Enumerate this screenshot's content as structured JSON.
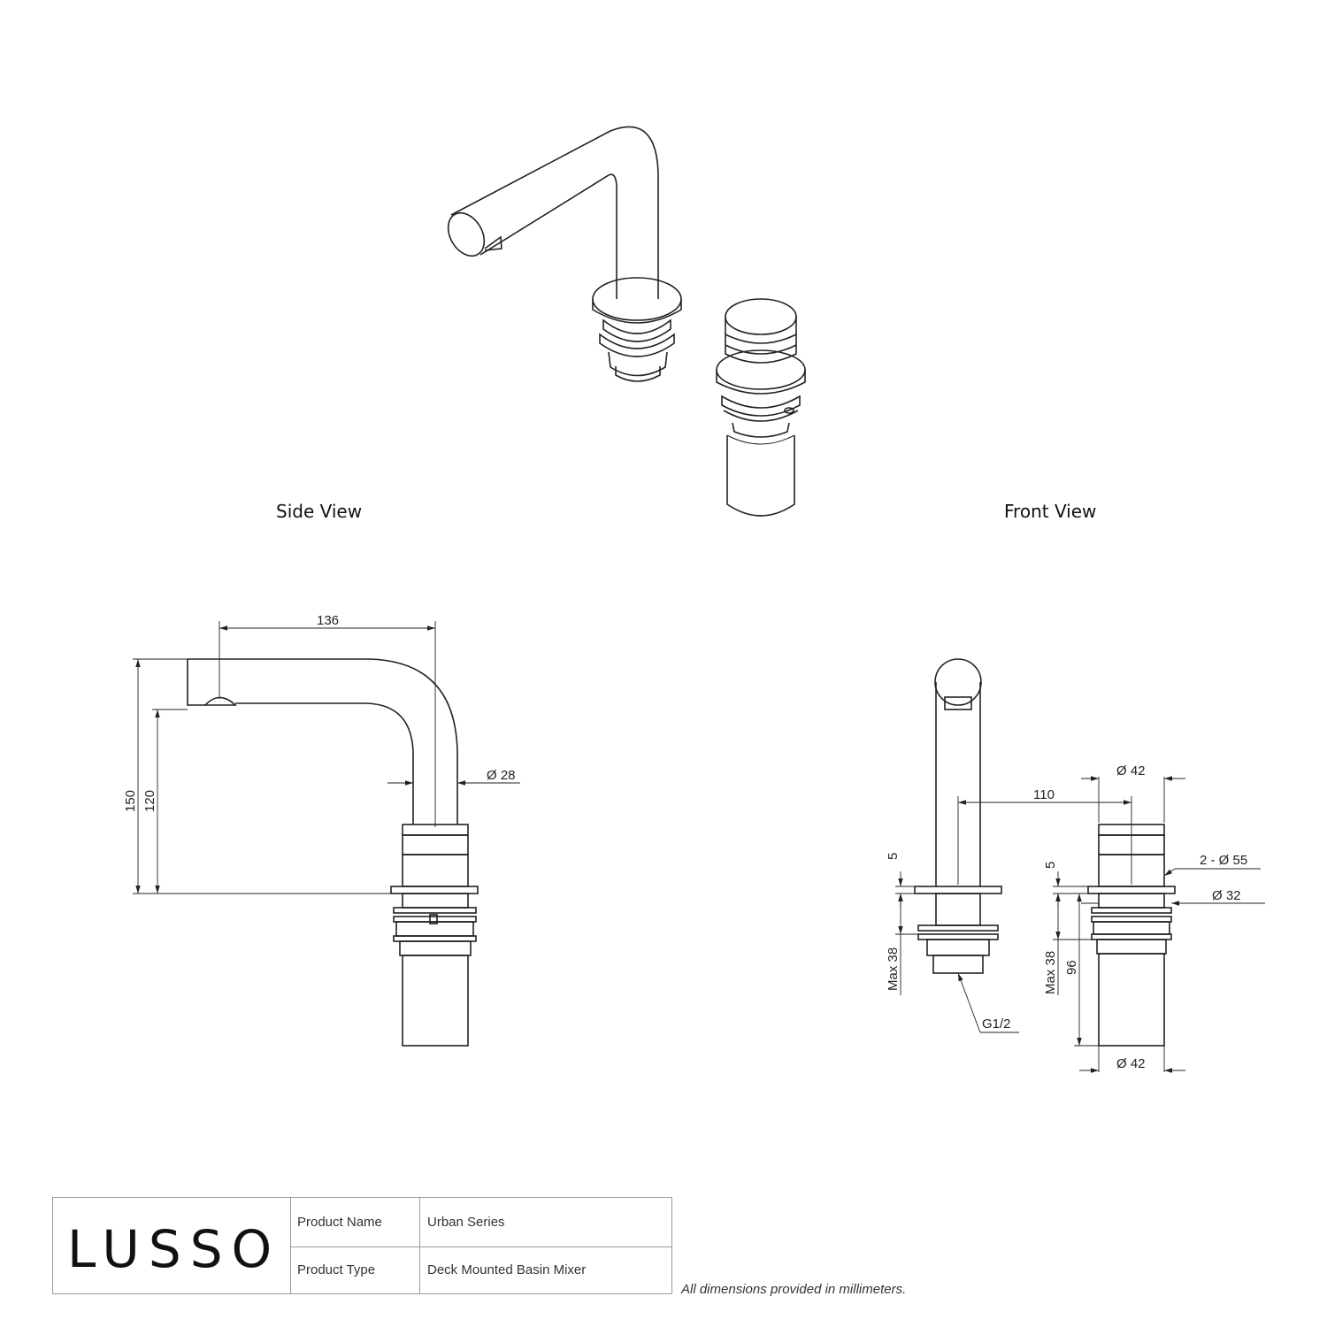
{
  "labels": {
    "side_view": "Side View",
    "front_view": "Front View"
  },
  "dimensions": {
    "spout_reach": "136",
    "height_total": "150",
    "height_outlet": "120",
    "spout_diameter": "Ø 28",
    "handle_diameter_top": "Ø 42",
    "centres": "110",
    "flange_diameters": "2 - Ø 55",
    "flange_thickness_left": "5",
    "flange_thickness_right": "5",
    "shank_diameter": "Ø 32",
    "max_deck_left": "Max 38",
    "max_deck_right": "Max 38",
    "body_length": "96",
    "thread": "G1/2",
    "handle_diameter_bottom": "Ø 42"
  },
  "title_block": {
    "logo": "LUSSO",
    "product_name_label": "Product Name",
    "product_name_value": "Urban Series",
    "product_type_label": "Product Type",
    "product_type_value": "Deck Mounted Basin Mixer"
  },
  "footer_note": "All dimensions provided in millimeters."
}
